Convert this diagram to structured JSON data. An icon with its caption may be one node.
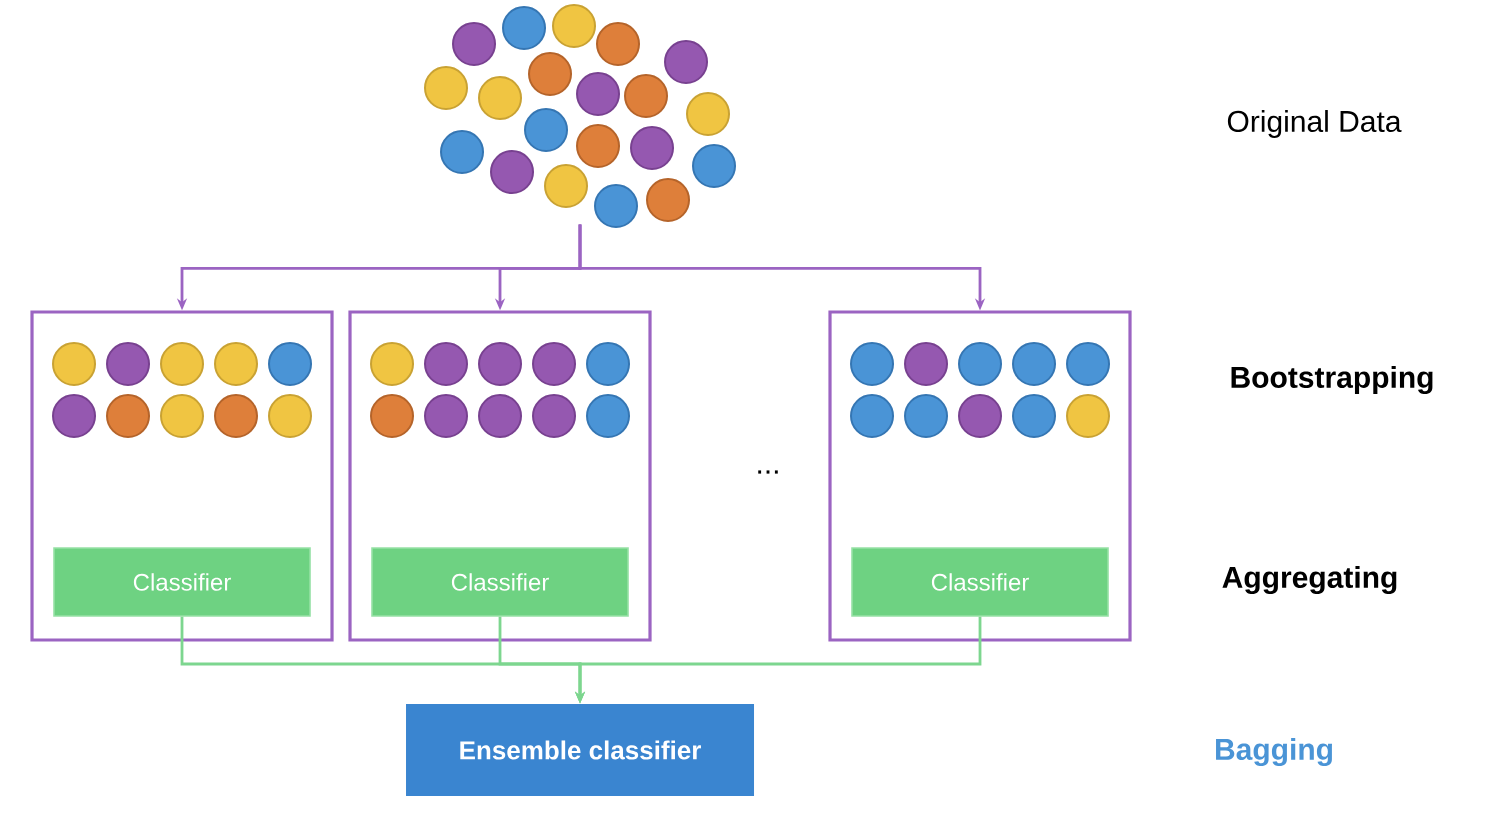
{
  "diagram": {
    "nodes": [
      {
        "text": [],
        "shape": "picture"
      },
      {
        "text": [],
        "shape": "box"
      },
      {
        "text": [],
        "shape": "box"
      },
      {
        "text": [],
        "shape": "box"
      },
      {
        "text": [
          "Classifier"
        ],
        "in": 1
      },
      {
        "text": [
          "Classifier"
        ],
        "in": 2
      },
      {
        "text": [
          "Classifier"
        ],
        "in": 3
      },
      {
        "text": [
          "Ensemble classifier"
        ]
      }
    ],
    "edges": [
      {
        "from": 0,
        "to": 1,
        "arrow": "to",
        "color": "#9b64c2"
      },
      {
        "from": 0,
        "to": 2,
        "arrow": "to",
        "color": "#9b64c2"
      },
      {
        "from": 0,
        "to": 3,
        "arrow": "to",
        "color": "#9b64c2"
      },
      {
        "from": 4,
        "to": 7,
        "arrow": "to",
        "color": "#7dd68f"
      },
      {
        "from": 5,
        "to": 7,
        "arrow": "to",
        "color": "#7dd68f"
      },
      {
        "from": 6,
        "to": 7,
        "arrow": "to",
        "color": "#7dd68f"
      }
    ],
    "labels": [
      "Original Data",
      "Bootstrapping",
      "...",
      "Aggregating",
      "Bagging"
    ]
  }
}
